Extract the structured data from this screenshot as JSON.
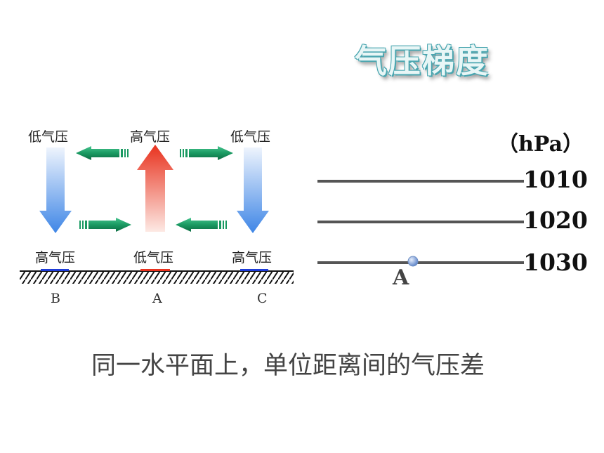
{
  "title": "气压梯度",
  "circulation": {
    "upper_left": "低气压",
    "upper_middle": "高气压",
    "upper_right": "低气压",
    "lower_left": "高气压",
    "lower_middle": "低气压",
    "lower_right": "高气压",
    "site_left": "B",
    "site_middle": "A",
    "site_right": "C",
    "colors": {
      "descending_air": "#4a8fe8",
      "ascending_air": "#e8321e",
      "horizontal_flow": "#1aa068",
      "high_pressure_mark": "#1e3cd8",
      "low_pressure_mark": "#e8321e"
    }
  },
  "isobars": {
    "unit": "（hPa）",
    "values": [
      "1010",
      "1020",
      "1030"
    ],
    "point_label": "A"
  },
  "definition": "同一水平面上，单位距离间的气压差"
}
